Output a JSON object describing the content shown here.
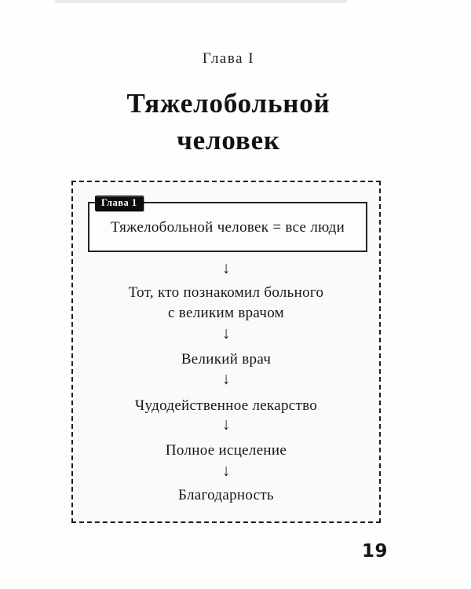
{
  "colors": {
    "ink": "#1c1c1c",
    "tag_background": "#0d0d0d",
    "tag_text": "#ffffff",
    "page_background": "#fefefd"
  },
  "header": {
    "chapter": "Глава I"
  },
  "title": {
    "line1": "Тяжелобольной",
    "line2": "человек"
  },
  "flowchart": {
    "tag": "Глава 1",
    "root": "Тяжелобольной человек = все люди",
    "arrow_glyph": "↓",
    "steps": [
      {
        "lines": [
          "Тот, кто познакомил больного",
          "с великим врачом"
        ]
      },
      {
        "lines": [
          "Великий врач"
        ]
      },
      {
        "lines": [
          "Чудодейственное лекарство"
        ]
      },
      {
        "lines": [
          "Полное исцеление"
        ]
      },
      {
        "lines": [
          "Благодарность"
        ]
      }
    ]
  },
  "footer": {
    "page_number": "19"
  }
}
